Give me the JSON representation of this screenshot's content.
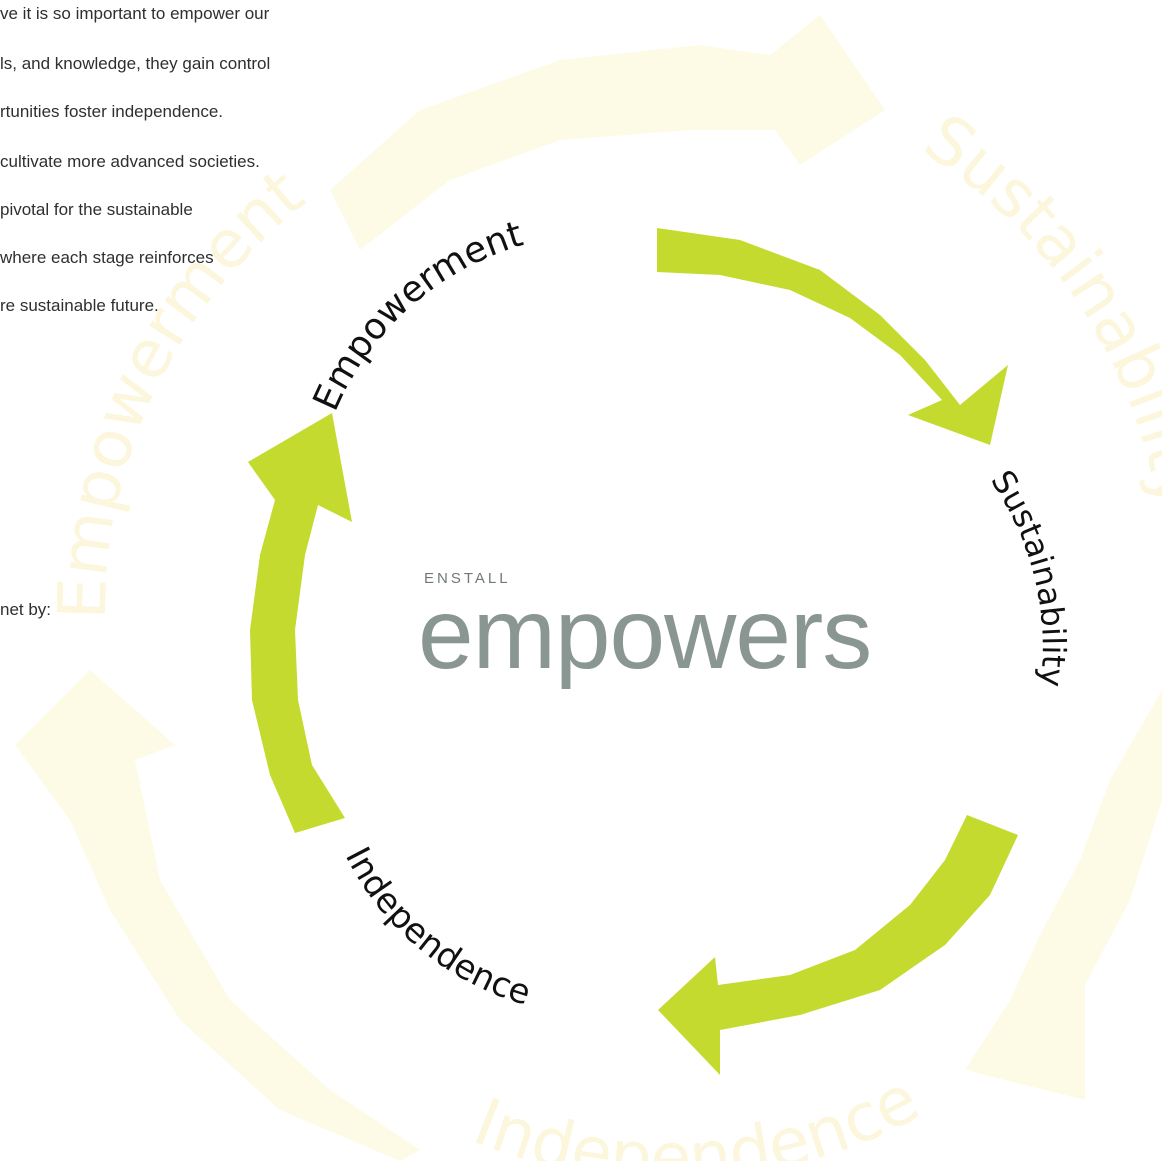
{
  "intro_lines": [
    "ve it is so important to empower our",
    "ls, and knowledge, they gain control",
    "rtunities foster independence.",
    "cultivate more advanced societies.",
    "pivotal for the sustainable",
    " where each stage reinforces",
    "re sustainable future."
  ],
  "met_by": "net by:",
  "logo": {
    "brand": "ENSTALL",
    "word": "empowers"
  },
  "cycle": {
    "stages": [
      "Empowerment",
      "Sustainability",
      "Independence"
    ],
    "colors": {
      "arrow": "#c5da2f",
      "faint_arrow": "#fdfbe6",
      "faint_text": "#fbf6dc",
      "stage_text": "#111111"
    }
  }
}
